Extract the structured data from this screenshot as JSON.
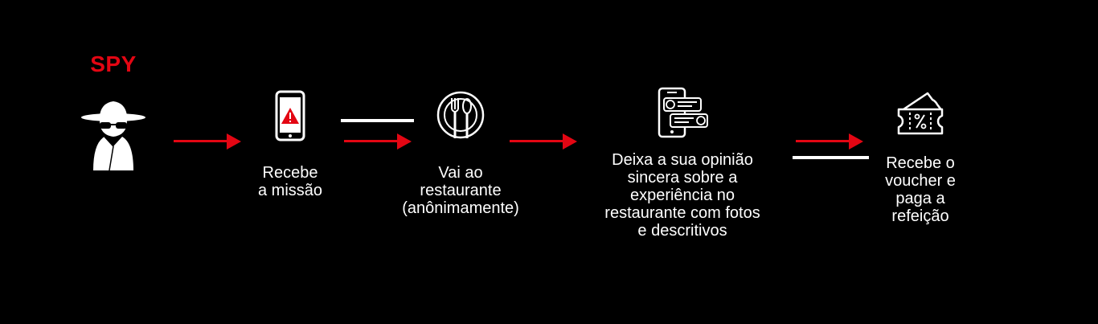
{
  "colors": {
    "accent": "#e30613",
    "background": "#000000",
    "foreground": "#ffffff"
  },
  "spy": {
    "title": "SPY",
    "icon": "spy-icon"
  },
  "steps": [
    {
      "icon": "smartphone-alert-icon",
      "lines": [
        "Recebe",
        "a missão"
      ]
    },
    {
      "icon": "plate-fork-spoon-icon",
      "lines": [
        "Vai ao",
        "restaurante",
        "(anônimamente)"
      ]
    },
    {
      "icon": "phone-chat-review-icon",
      "lines": [
        "Deixa a sua opinião",
        "sincera sobre a",
        "experiência no",
        "restaurante com fotos",
        "e descritivos"
      ]
    },
    {
      "icon": "discount-voucher-icon",
      "lines": [
        "Recebe o",
        "voucher e",
        "paga a",
        "refeição"
      ]
    }
  ]
}
